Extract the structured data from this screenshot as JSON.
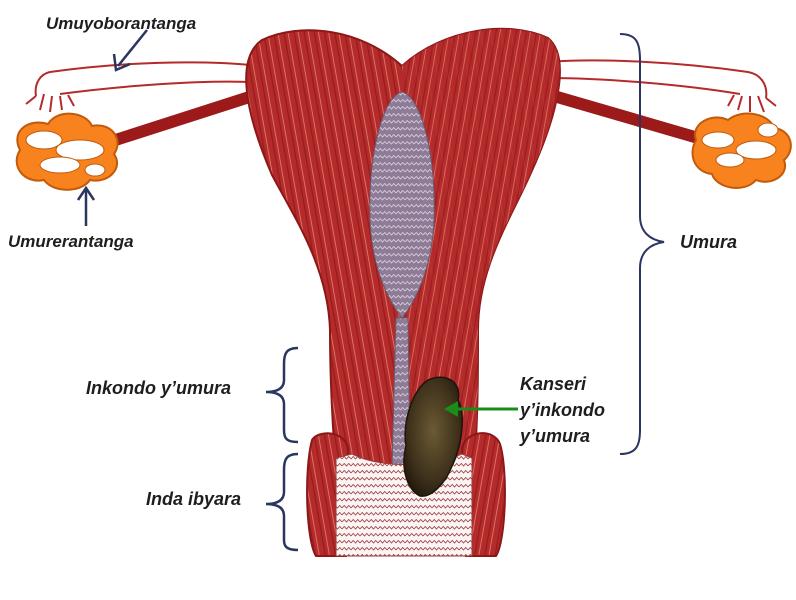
{
  "labels": {
    "fallopian_tube": "Umuyoborantanga",
    "ovary": "Umurerantanga",
    "uterus": "Umura",
    "cervix": "Inkondo y’umura",
    "vagina": "Inda ibyara",
    "cervical_cancer": [
      "Kanseri",
      "y’inkondo",
      "y’umura"
    ]
  },
  "colors": {
    "muscle": "#b52a2a",
    "muscle_dark": "#8c1717",
    "muscle_light": "#e8a08c",
    "cavity": "#8e7c96",
    "ovary": "#f7821e",
    "tumor": "#4a3a20",
    "cancer_arrow": "#1a8c1a",
    "pointer_arrow": "#2a3560",
    "bracket": "#2a3560"
  }
}
